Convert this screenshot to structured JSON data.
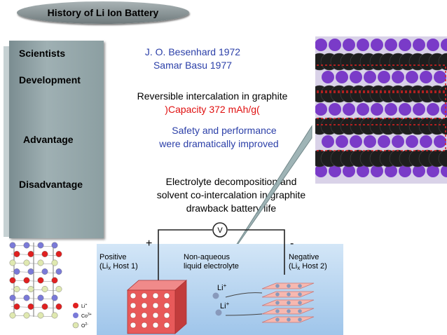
{
  "slide": {
    "title": "History of Li Ion Battery",
    "rows": {
      "scientists": "Scientists",
      "development": "Development",
      "advantage": "Advantage",
      "disadvantage": "Disadvantage"
    },
    "scientists": {
      "line1": "J. O. Besenhard 1972",
      "line2": "Samar Basu  1977"
    },
    "development": {
      "line1": "Reversible intercalation in graphite",
      "line2": ")Capacity 372 mAh/g("
    },
    "advantage": {
      "line1": "Safety and performance",
      "line2": "were dramatically improved"
    },
    "disadvantage": {
      "line1": "Electrolyte decomposition and",
      "line2": "solvent co-intercalation in graphite",
      "line3": "drawback battery life"
    }
  },
  "diagram": {
    "positive_label": "Positive",
    "positive_host": "(Li",
    "positive_host_sub": "x",
    "positive_host_end": " Host 1)",
    "electrolyte_line1": "Non-aqueous",
    "electrolyte_line2": "liquid electrolyte",
    "negative_label": "Negative",
    "negative_host": "(Li",
    "negative_host_sub": "x",
    "negative_host_end": " Host 2)",
    "plus": "+",
    "minus": "-",
    "voltmeter": "V",
    "ion1": "Li",
    "ion2": "Li",
    "ion_charge": "+"
  },
  "crystal_legend": {
    "li": "Li",
    "li_sup": "+",
    "co": "Co",
    "co_sup": "3+",
    "o": "O",
    "o_sup": "2-"
  },
  "colors": {
    "title_fill": "#8f9a9c",
    "panel_fill": "#8c9fa2",
    "blue_text": "#2b3fa8",
    "red_text": "#e01010",
    "diagram_bg": "#b8d4ee",
    "cathode_red": "#e85a5a",
    "anode_pink": "#f6b8b0",
    "graphite_black": "#1e1e1e",
    "lithium_purple": "#7a3bc8"
  }
}
